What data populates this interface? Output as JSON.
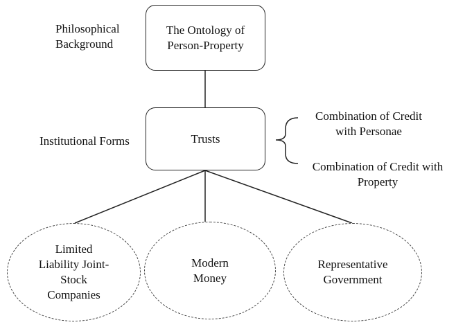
{
  "levels": {
    "philosophical": "Philosophical\nBackground",
    "institutional": "Institutional Forms"
  },
  "nodes": {
    "ontology": "The Ontology of\nPerson-Property",
    "trusts": "Trusts",
    "credit_personae": "Combination of Credit\nwith Personae",
    "credit_property": "Combination of Credit with\nProperty",
    "limited_liability": "Limited\nLiability Joint-\nStock\nCompanies",
    "modern_money": "Modern\nMoney",
    "representative_government": "Representative\nGovernment"
  }
}
